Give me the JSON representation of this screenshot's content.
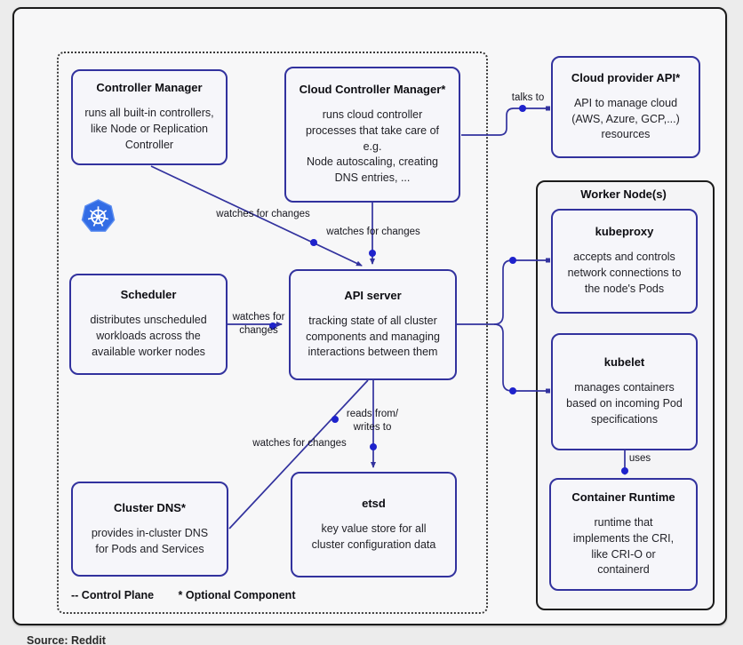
{
  "caption": "Source: Reddit",
  "legend": {
    "control_plane": "-- Control Plane",
    "optional_component": "* Optional Component"
  },
  "groups": {
    "worker": {
      "title": "Worker Node(s)"
    }
  },
  "nodes": {
    "controller_manager": {
      "title": "Controller Manager",
      "body": "runs all built-in controllers,\nlike Node or Replication\nController"
    },
    "cloud_controller_manager": {
      "title": "Cloud Controller Manager*",
      "body": "runs cloud controller\nprocesses that take care of\ne.g.\nNode autoscaling, creating\nDNS entries, ..."
    },
    "cloud_provider_api": {
      "title": "Cloud provider API*",
      "body": "API to manage cloud\n(AWS, Azure, GCP,...)\nresources"
    },
    "scheduler": {
      "title": "Scheduler",
      "body": "distributes unscheduled\nworkloads across the\navailable worker nodes"
    },
    "api_server": {
      "title": "API server",
      "body": "tracking state of all cluster\ncomponents and managing\ninteractions between them"
    },
    "cluster_dns": {
      "title": "Cluster DNS*",
      "body": "provides in-cluster DNS\nfor Pods and Services"
    },
    "etsd": {
      "title": "etsd",
      "body": "key value store for all\ncluster configuration data"
    },
    "kubeproxy": {
      "title": "kubeproxy",
      "body": "accepts and controls\nnetwork connections to\nthe node's Pods"
    },
    "kubelet": {
      "title": "kubelet",
      "body": "manages containers\nbased on incoming Pod\nspecifications"
    },
    "container_runtime": {
      "title": "Container Runtime",
      "body": "runtime that\nimplements the CRI,\nlike CRI-O or\ncontainerd"
    }
  },
  "edge_labels": {
    "talks_to": "talks to",
    "watches_cm": "watches for changes",
    "watches_ccm": "watches for changes",
    "watches_scheduler": "watches for\nchanges",
    "reads_writes": "reads from/\nwrites to",
    "watches_dns": "watches for changes",
    "uses": "uses"
  },
  "colors": {
    "accent_line": "#32329e",
    "dot": "#1e22cc",
    "frame": "#1b1b1b",
    "node_fill": "#f6f6fa",
    "kubernetes_blue": "#326ce5"
  }
}
